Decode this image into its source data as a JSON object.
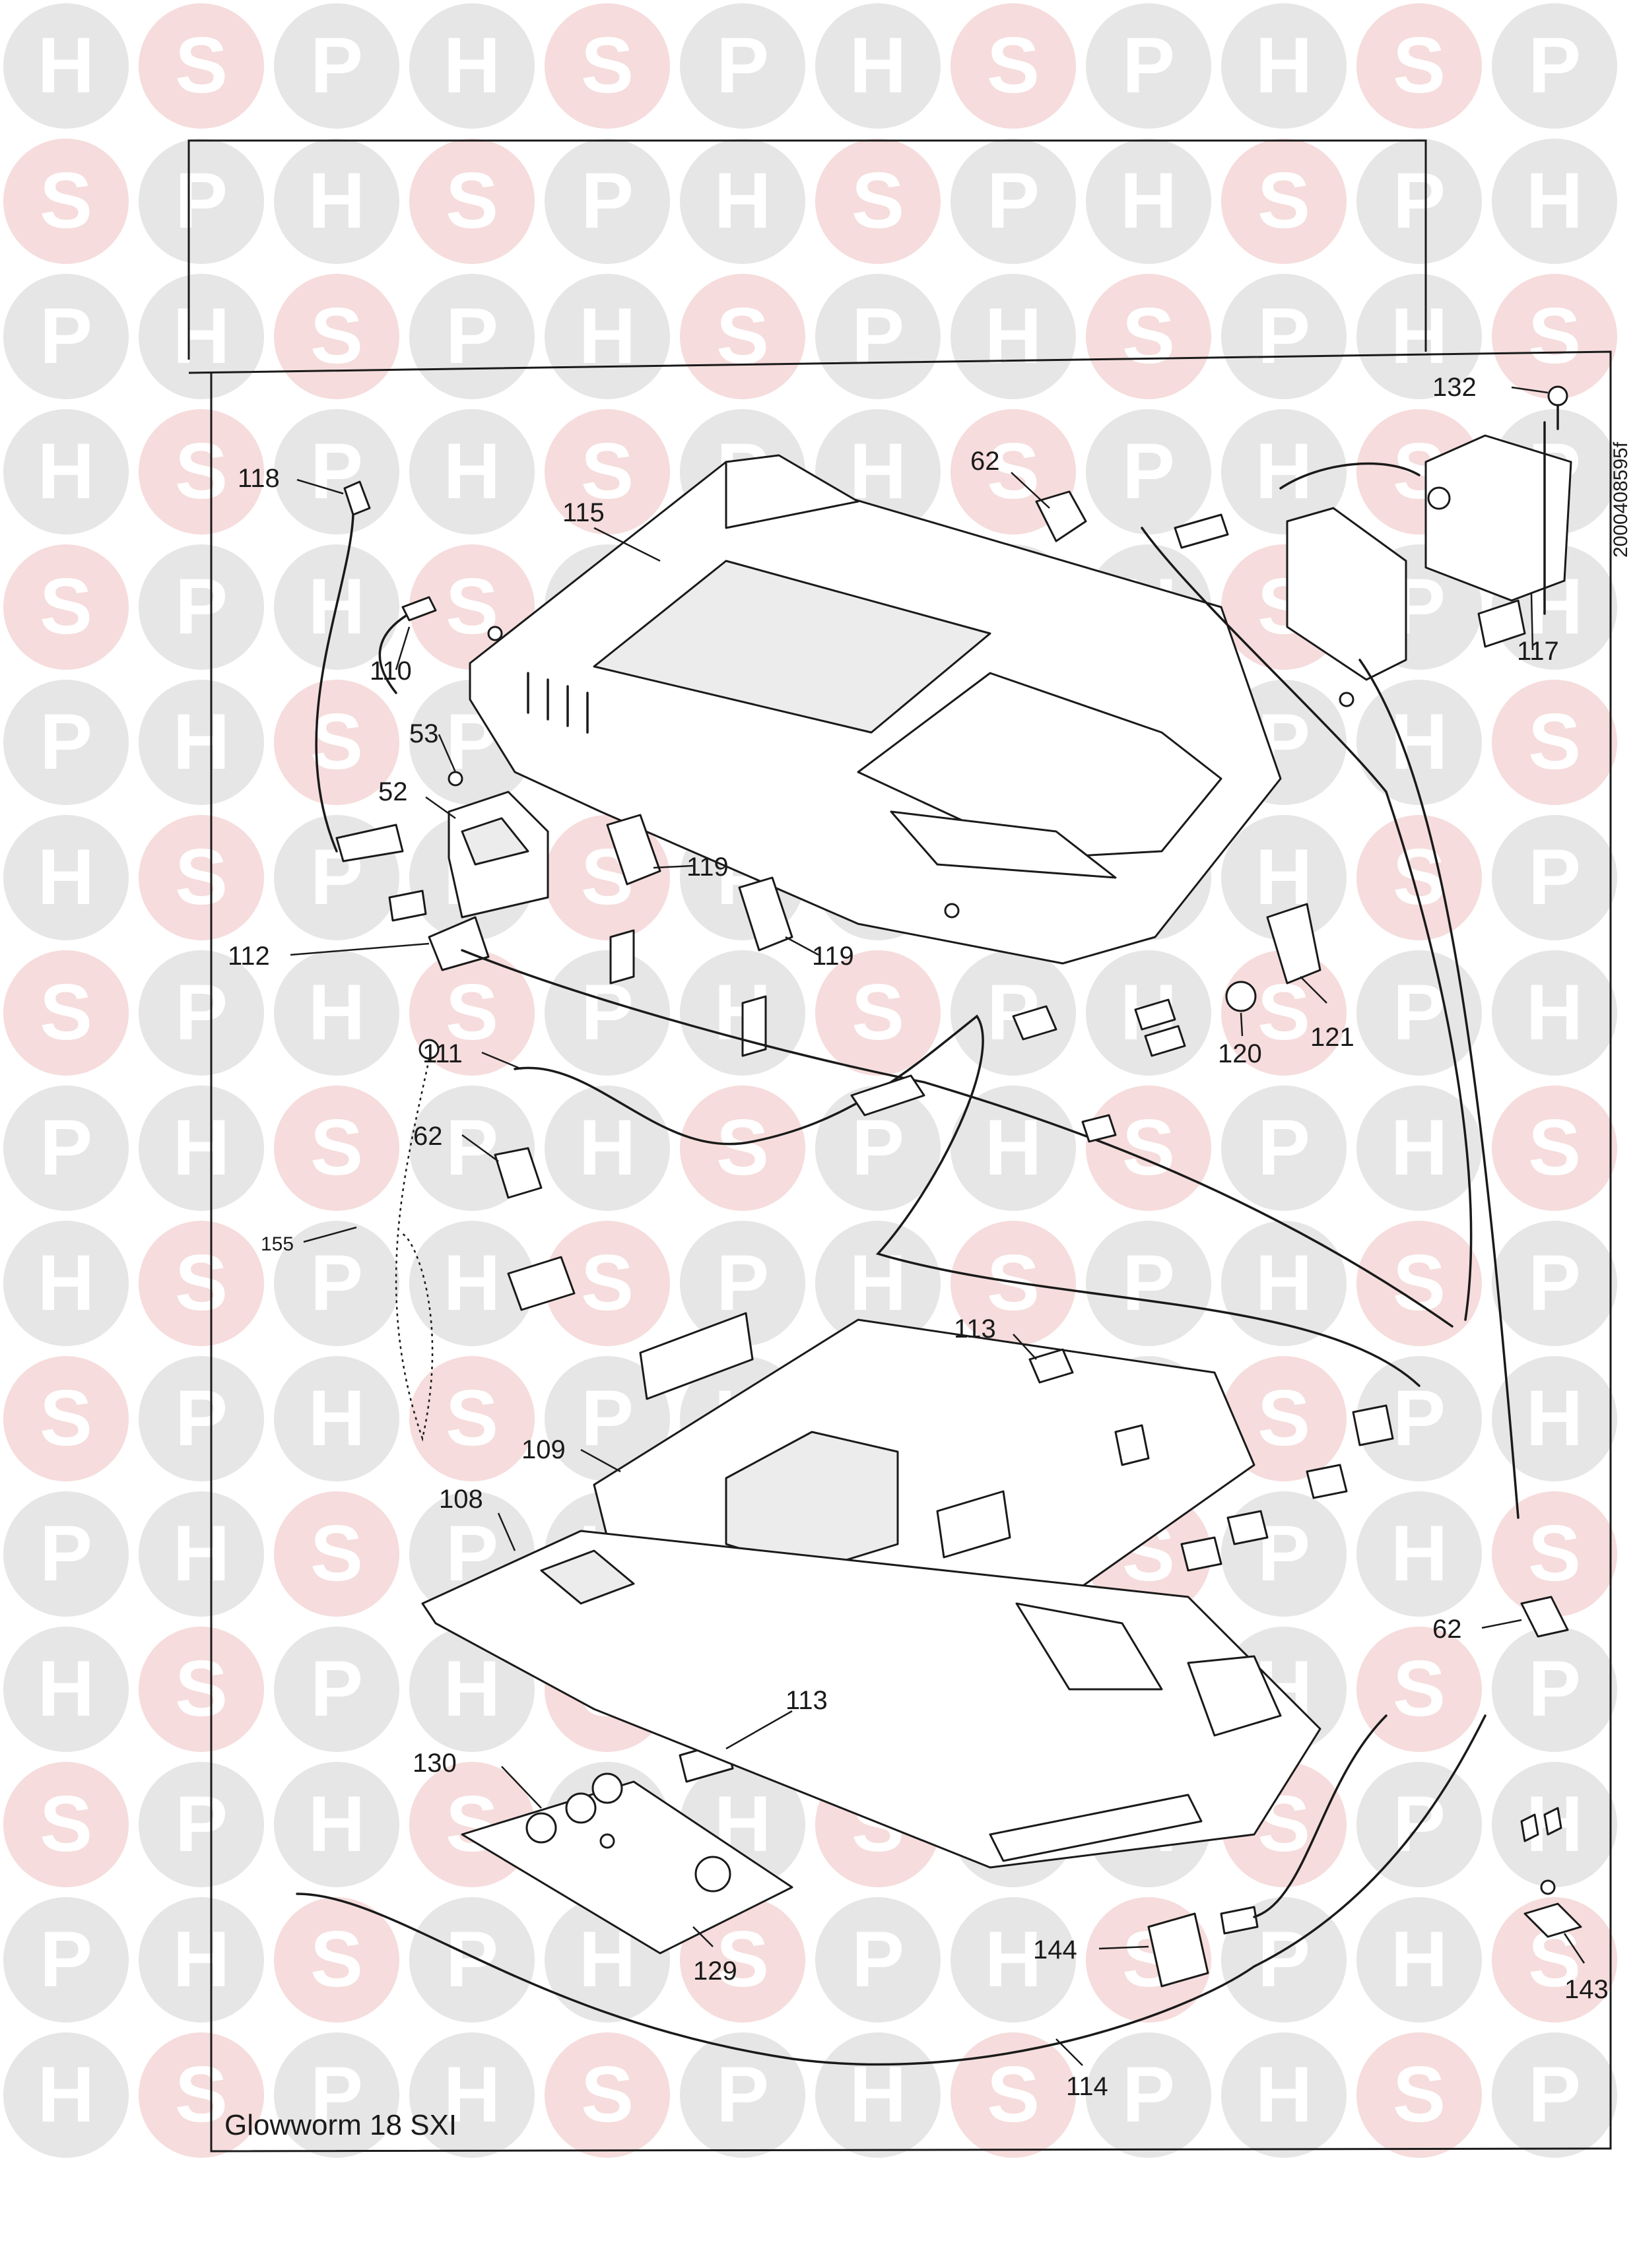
{
  "watermark": {
    "letters": [
      "H",
      "S",
      "P"
    ],
    "colors": {
      "circle": "#e6e6e6",
      "circle_accent": "#f6dcdc",
      "letter": "#ffffff"
    }
  },
  "diagram": {
    "caption": "Glowworm 18 SXI",
    "doc_id": "2000408595f",
    "part_labels": [
      "132",
      "62",
      "118",
      "115",
      "117",
      "110",
      "53",
      "52",
      "119",
      "119",
      "112",
      "120",
      "121",
      "111",
      "62",
      "155",
      "113",
      "109",
      "108",
      "62",
      "113",
      "130",
      "144",
      "129",
      "143",
      "114"
    ]
  }
}
